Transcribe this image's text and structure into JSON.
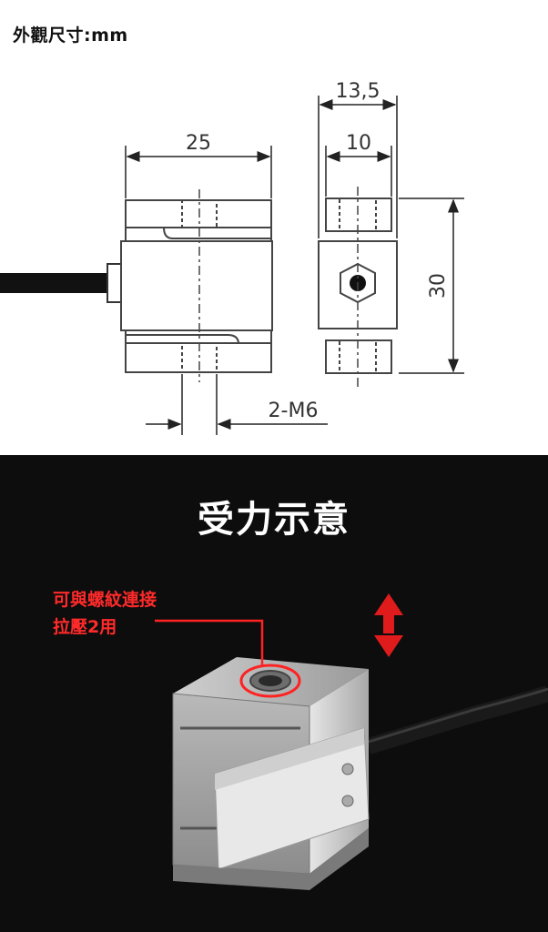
{
  "drawing": {
    "header": "外觀尺寸:mm",
    "dim_width": "25",
    "dim_depth": "13,5",
    "dim_inner": "10",
    "dim_height": "30",
    "dim_thread": "2-M6"
  },
  "photo": {
    "title": "受力示意",
    "note_line1": "可與螺紋連接",
    "note_line2": "拉壓2用"
  },
  "colors": {
    "annotation": "#ff2a2a",
    "background_dark": "#0d0d0d"
  }
}
